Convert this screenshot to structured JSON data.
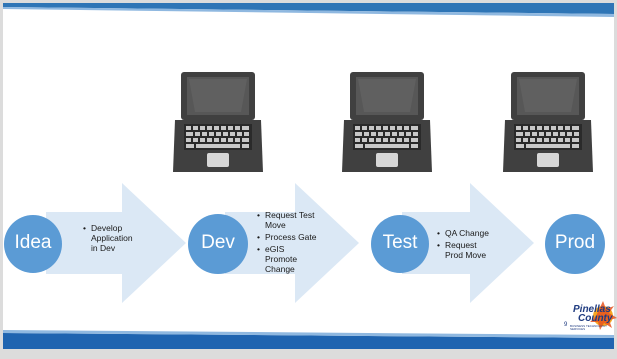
{
  "stages": [
    {
      "label": "Idea",
      "bullets": [
        "Develop Application in Dev"
      ]
    },
    {
      "label": "Dev",
      "bullets": [
        "Request Test Move",
        "Process Gate",
        "eGIS Promote Change"
      ]
    },
    {
      "label": "Test",
      "bullets": [
        "QA Change",
        "Request Prod Move"
      ]
    },
    {
      "label": "Prod",
      "bullets": []
    }
  ],
  "bullet_lines": {
    "idea": [
      "Develop",
      "Application",
      "in Dev"
    ],
    "dev": [
      [
        "Request Test",
        "Move"
      ],
      [
        "Process Gate"
      ],
      [
        "eGIS",
        "Promote",
        "Change"
      ]
    ],
    "test": [
      [
        "QA Change"
      ],
      [
        "Request",
        "Prod Move"
      ]
    ]
  },
  "footer": {
    "page_number": "9",
    "logo_line1": "Pinellas",
    "logo_line2": "County",
    "logo_tagline": "BUSINESS TECHNOLOGY SERVICES"
  },
  "colors": {
    "circle": "#5b9bd5",
    "arrow": "#dbe8f5",
    "top_bar": "#2e75b6",
    "bottom_bar": "#1f64b0",
    "laptop_body": "#404040",
    "laptop_screen": "#555555"
  },
  "icons": [
    "laptop-icon",
    "laptop-icon",
    "laptop-icon"
  ]
}
